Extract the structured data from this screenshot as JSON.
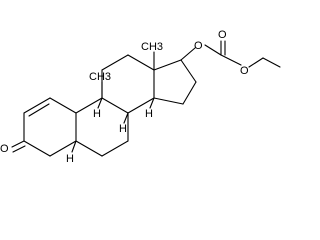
{
  "structure": {
    "atoms": {
      "carbonyl_oxygen": "O",
      "methyl_c10": "CH3",
      "methyl_c13": "CH3",
      "ester_oxygen": "O",
      "carbonate_oxygen_1": "O",
      "carbonate_oxygen_2": "O",
      "h_c5": "H",
      "h_c8": "H",
      "h_c9": "H",
      "h_c14": "H"
    }
  }
}
